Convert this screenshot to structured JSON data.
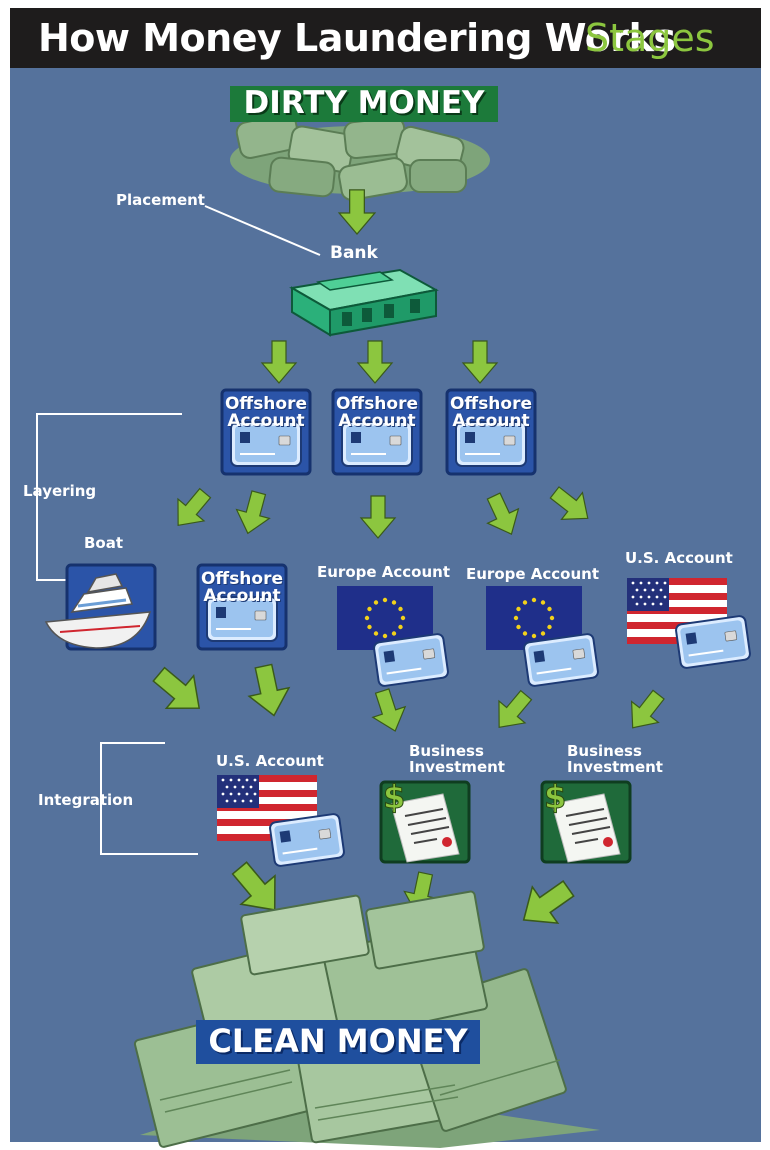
{
  "title": {
    "main": "How Money Laundering Works",
    "accent": "Stages"
  },
  "stages": {
    "placement": "Placement",
    "layering": "Layering",
    "integration": "Integration"
  },
  "source": "DIRTY MONEY",
  "bank": "Bank",
  "offshore_account": {
    "line1": "Offshore",
    "line2": "Account"
  },
  "boat": "Boat",
  "europe_account": "Europe Account",
  "us_account": "U.S. Account",
  "business_investment": {
    "line1": "Business",
    "line2": "Investment"
  },
  "destination": "CLEAN MONEY",
  "colors": {
    "background": "#55729c",
    "header": "#1e1c1c",
    "arrow": "#8cc63f",
    "bank": "#2eb37a",
    "money": "#8fb98a"
  }
}
